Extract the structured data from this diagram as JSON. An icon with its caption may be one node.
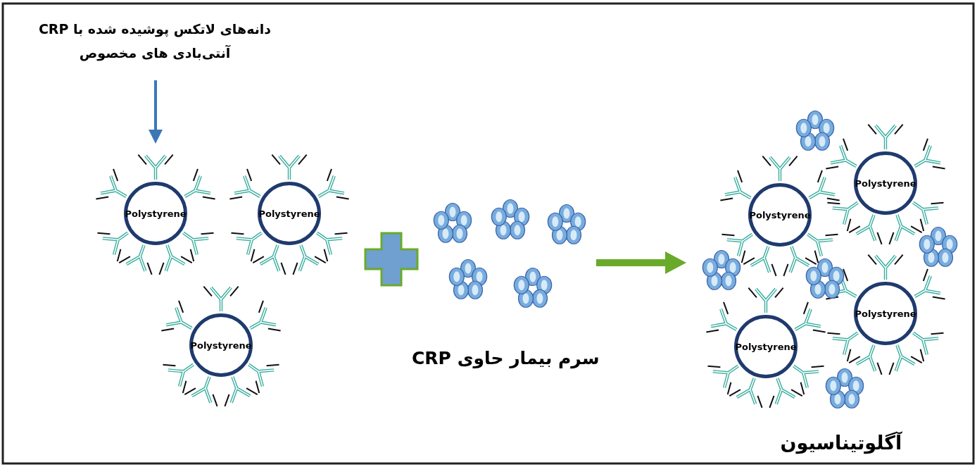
{
  "diagram": {
    "nodes": [
      {
        "text": [
          "دانه‌های لاتکس پوشیده شده با CRP آنتی‌بادی های مخصوص"
        ]
      },
      {
        "text": [
          "Polystyrene"
        ]
      },
      {
        "text": [
          "Polystyrene"
        ]
      },
      {
        "text": [
          "Polystyrene"
        ]
      },
      {
        "text": [],
        "shape": "plus"
      },
      {
        "text": [
          "Polystyrene"
        ]
      },
      {
        "text": [
          "Polystyrene"
        ]
      },
      {
        "text": [
          "Polystyrene"
        ]
      },
      {
        "text": [
          "Polystyrene"
        ]
      }
    ],
    "edges": [
      {
        "from": 0,
        "to": 1,
        "arrow": "to"
      }
    ],
    "labels": [
      "سرم بیمار حاوی CRP",
      "آگلوتیناسیون"
    ]
  }
}
